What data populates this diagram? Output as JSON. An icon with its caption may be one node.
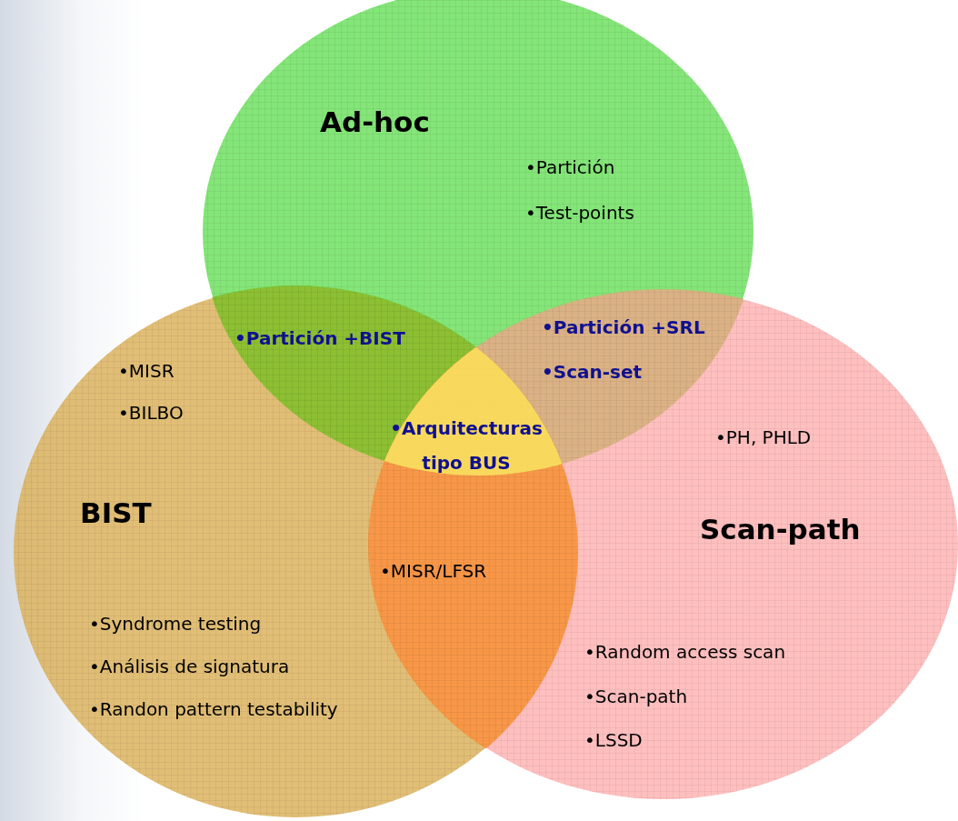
{
  "diagram": {
    "nodes": [
      {
        "text": [
          "Ad-hoc",
          "•Partición",
          "•Test-points"
        ]
      },
      {
        "text": [
          "BIST",
          "•MISR",
          "•BILBO",
          "•Syndrome testing",
          "•Análisis de signatura",
          "•Randon pattern testability"
        ]
      },
      {
        "text": [
          "Scan-path",
          "•PH, PHLD",
          "•Random access scan",
          "•Scan-path",
          "•LSSD"
        ]
      }
    ],
    "labels": [
      "•Partición +BIST",
      "•Partición +SRL",
      "•Scan-set",
      "•Arquitecturas tipo BUS",
      "•MISR/LFSR"
    ]
  }
}
